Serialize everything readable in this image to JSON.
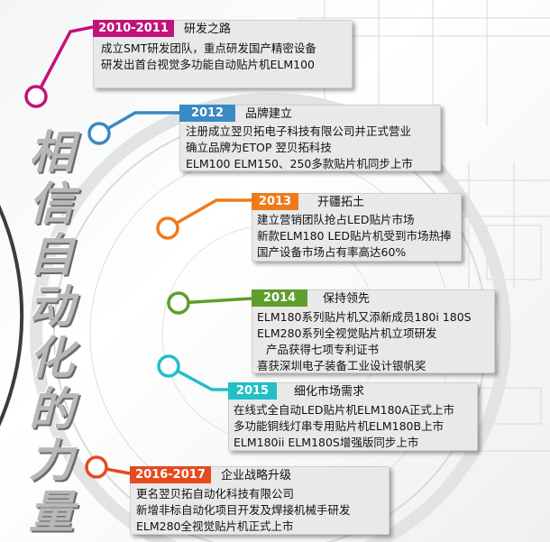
{
  "colors": {
    "pink": "#c2137a",
    "blue": "#3a8ac4",
    "orange": "#f07a1a",
    "green": "#5f9e2c",
    "cyan": "#22bfc6",
    "red_orange": "#e64a1f"
  },
  "vertical_title": [
    "相",
    "信",
    "自",
    "动",
    "化",
    "的",
    "力",
    "量"
  ],
  "milestones": [
    {
      "year": "2010-2011",
      "title": "研发之路",
      "lines": [
        "成立SMT研发团队，重点研发国产精密设备",
        "研发出首台视觉多功能自动贴片机ELM100"
      ]
    },
    {
      "year": "2012",
      "title": "品牌建立",
      "lines": [
        "注册成立翌贝拓电子科技有限公司并正式营业",
        "确立品牌为ETOP 翌贝拓科技",
        "ELM100 ELM150、250多款贴片机同步上市"
      ]
    },
    {
      "year": "2013",
      "title": "开疆拓土",
      "lines": [
        "建立营销团队抢占LED贴片市场",
        "新款ELM180 LED贴片机受到市场热捧",
        "国产设备市场占有率高达60%"
      ]
    },
    {
      "year": "2014",
      "title": "保持领先",
      "lines": [
        "ELM180系列贴片机又添新成员180i 180S",
        "ELM280系列全视觉贴片机立项研发",
        "产品获得七项专利证书",
        "喜获深圳电子装备工业设计银帆奖"
      ]
    },
    {
      "year": "2015",
      "title": "细化市场需求",
      "lines": [
        "在线式全自动LED贴片机ELM180A正式上市",
        "多功能铜线灯串专用贴片机ELM180B上市",
        "ELM180ii  ELM180S增强版同步上市"
      ]
    },
    {
      "year": "2016-2017",
      "title": "企业战略升级",
      "lines": [
        "更名翌贝拓自动化科技有限公司",
        "新增非标自动化项目开发及焊接机械手研发",
        "ELM280全视觉贴片机正式上市"
      ]
    }
  ]
}
